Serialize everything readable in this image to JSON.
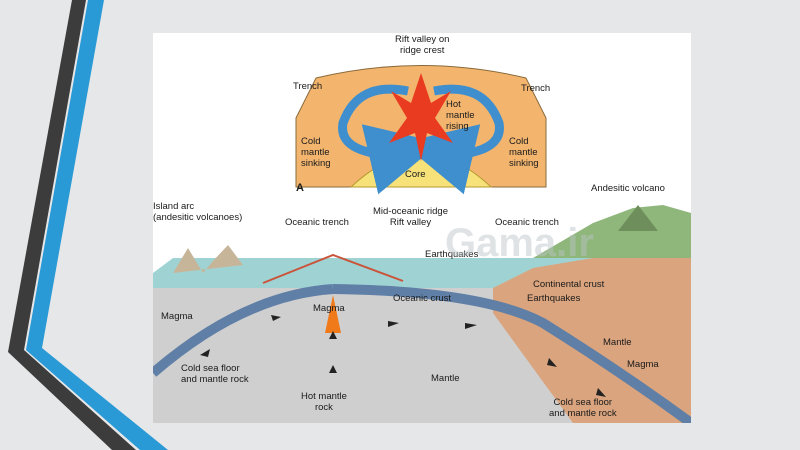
{
  "colors": {
    "slide_background": "#e6e7e8",
    "stripe_dark": "#3c3c3c",
    "stripe_blue": "#2a9ad6",
    "mantle_orange": "#f3b56e",
    "core_yellow": "#f7e27a",
    "ocean": "#9fd3d3",
    "mantle_gray": "#cfcfcf",
    "continental_crust": "#d9a47e",
    "plume_red": "#e83b20",
    "arrow_blue": "#3f8fce"
  },
  "diagram_a": {
    "rift_valley": "Rift valley on\nridge crest",
    "trench_left": "Trench",
    "trench_right": "Trench",
    "hot_mantle": "Hot\nmantle\nrising",
    "cold_left": "Cold\nmantle\nsinking",
    "cold_right": "Cold\nmantle\nsinking",
    "core": "Core",
    "panel_letter": "A"
  },
  "diagram_b": {
    "island_arc": "Island arc\n(andesitic volcanoes)",
    "oceanic_trench_left": "Oceanic trench",
    "mid_ocean_ridge": "Mid-oceanic ridge\nRift valley",
    "oceanic_trench_right": "Oceanic trench",
    "andesitic_volcano": "Andesitic volcano",
    "earthquakes_top": "Earthquakes",
    "continental_crust": "Continental crust",
    "oceanic_crust": "Oceanic crust",
    "earthquakes_right": "Earthquakes",
    "magma_left": "Magma",
    "magma_center": "Magma",
    "magma_right": "Magma",
    "mantle_right": "Mantle",
    "mantle_center": "Mantle",
    "cold_sea_floor_left": "Cold sea floor\nand mantle rock",
    "hot_mantle_rock": "Hot mantle\nrock",
    "cold_sea_floor_right": "Cold sea floor\nand mantle rock"
  },
  "watermark": "Gama.ir"
}
